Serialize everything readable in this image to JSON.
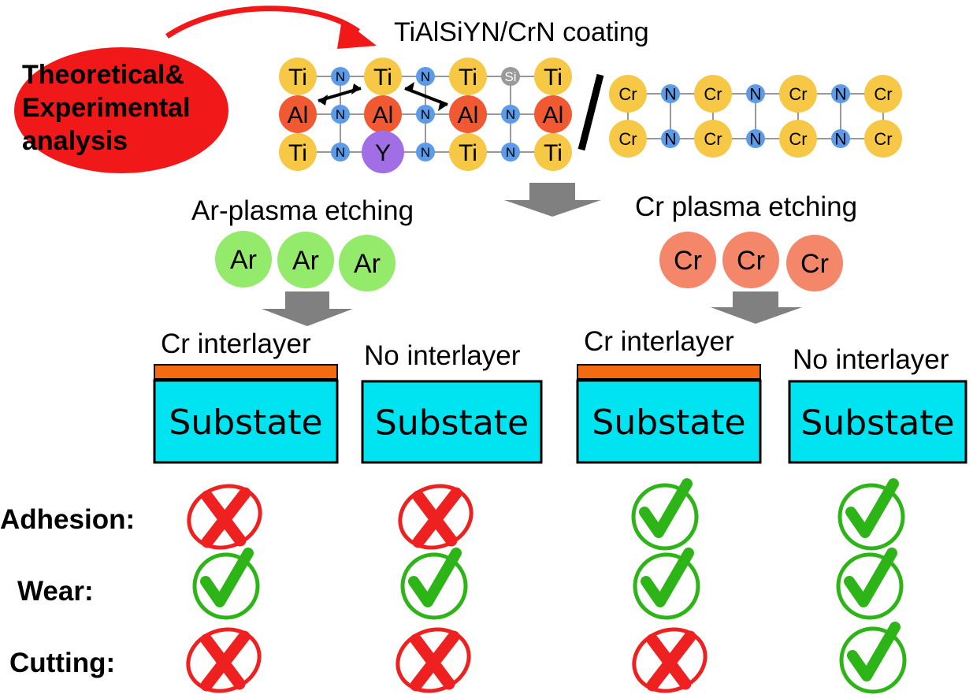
{
  "concept": {
    "label": "Theoretical&\nExperimental\nanalysis",
    "color": "#f01818"
  },
  "coating": {
    "title": "TiAlSiYN/CrN coating",
    "tialsiyn_rows": [
      [
        "Ti",
        "N",
        "Ti",
        "N",
        "Ti",
        "Si",
        "Ti"
      ],
      [
        "Al",
        "N",
        "Al",
        "N",
        "Al",
        "N",
        "Al"
      ],
      [
        "Ti",
        "N",
        "Y",
        "N",
        "Ti",
        "N",
        "Ti"
      ]
    ],
    "crn_rows": [
      [
        "Cr",
        "N",
        "Cr",
        "N",
        "Cr",
        "N",
        "Cr"
      ],
      [
        "Cr",
        "N",
        "Cr",
        "N",
        "Cr",
        "N",
        "Cr"
      ]
    ],
    "atom_colors": {
      "Ti": "#f7c846",
      "Al": "#f05a32",
      "N": "#5b9bea",
      "Si": "#9a9a9a",
      "Y": "#a26ee6",
      "Cr": "#f7c846"
    }
  },
  "etching": [
    {
      "title": "Ar-plasma etching",
      "ions": [
        "Ar",
        "Ar",
        "Ar"
      ],
      "ion_color": "#93ea6b"
    },
    {
      "title": "Cr plasma etching",
      "ions": [
        "Cr",
        "Cr",
        "Cr"
      ],
      "ion_color": "#f4876a"
    }
  ],
  "substrates": [
    {
      "title": "Cr interlayer",
      "label": "Substate",
      "interlayer": true
    },
    {
      "title": "No interlayer",
      "label": "Substate",
      "interlayer": false
    },
    {
      "title": "Cr interlayer",
      "label": "Substate",
      "interlayer": true
    },
    {
      "title": "No interlayer",
      "label": "Substate",
      "interlayer": false
    }
  ],
  "colors": {
    "substrate_fill": "#00e3f0",
    "interlayer": "#f46a10",
    "check": "#2db416",
    "cross": "#ee2020",
    "arrow": "#808080"
  },
  "results": {
    "rows": [
      {
        "label": "Adhesion:",
        "values": [
          "cross",
          "cross",
          "check",
          "check"
        ]
      },
      {
        "label": "Wear:",
        "values": [
          "check",
          "check",
          "check",
          "check"
        ]
      },
      {
        "label": "Cutting:",
        "values": [
          "cross",
          "cross",
          "cross",
          "check"
        ]
      }
    ]
  }
}
